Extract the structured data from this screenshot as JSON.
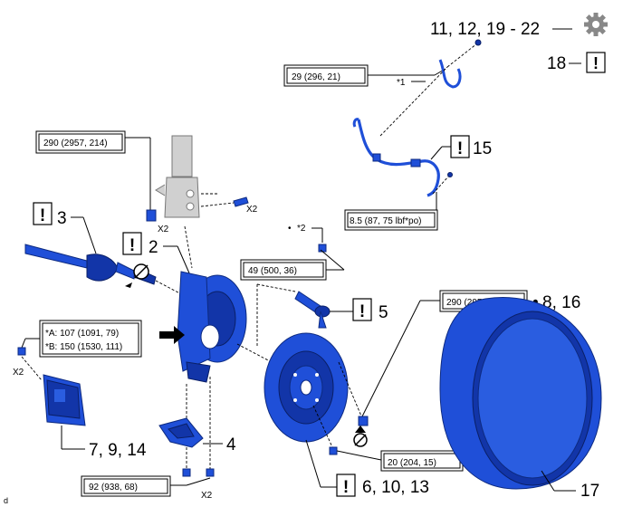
{
  "parts": {
    "p2": "2",
    "p3": "3",
    "p4": "4",
    "p5": "5",
    "p6_10_13": "6, 10, 13",
    "p7_9_14": "7, 9, 14",
    "p8_16": "8, 16",
    "p11_12_19_22": "11, 12, 19 - 22",
    "p15": "15",
    "p17": "17",
    "p18": "18"
  },
  "torques": {
    "t29": "29 (296, 21)",
    "t290_top": "290 (2957, 214)",
    "t8_5": "8.5 (87, 75 lbf*po)",
    "t49": "49 (500, 36)",
    "t290_right": "290 (2957, 214)",
    "tA": "*A: 107 (1091, 79)",
    "tB": "*B: 150 (1530, 111)",
    "t20": "20 (204, 15)",
    "t92": "92 (938, 68)"
  },
  "notes": {
    "ref1": "*1",
    "ref2": "*2",
    "x2_a": "X2",
    "x2_b": "X2",
    "x2_c": "X2",
    "x2_d": "X2",
    "bullet": "•",
    "corner": "d",
    "important": "!"
  },
  "icons": [
    "gear-icon",
    "important-icon",
    "arrow-icon",
    "no-reuse-icon"
  ],
  "colors": {
    "part_blue": "#1f4fd8",
    "part_dark": "#0d2a80"
  }
}
